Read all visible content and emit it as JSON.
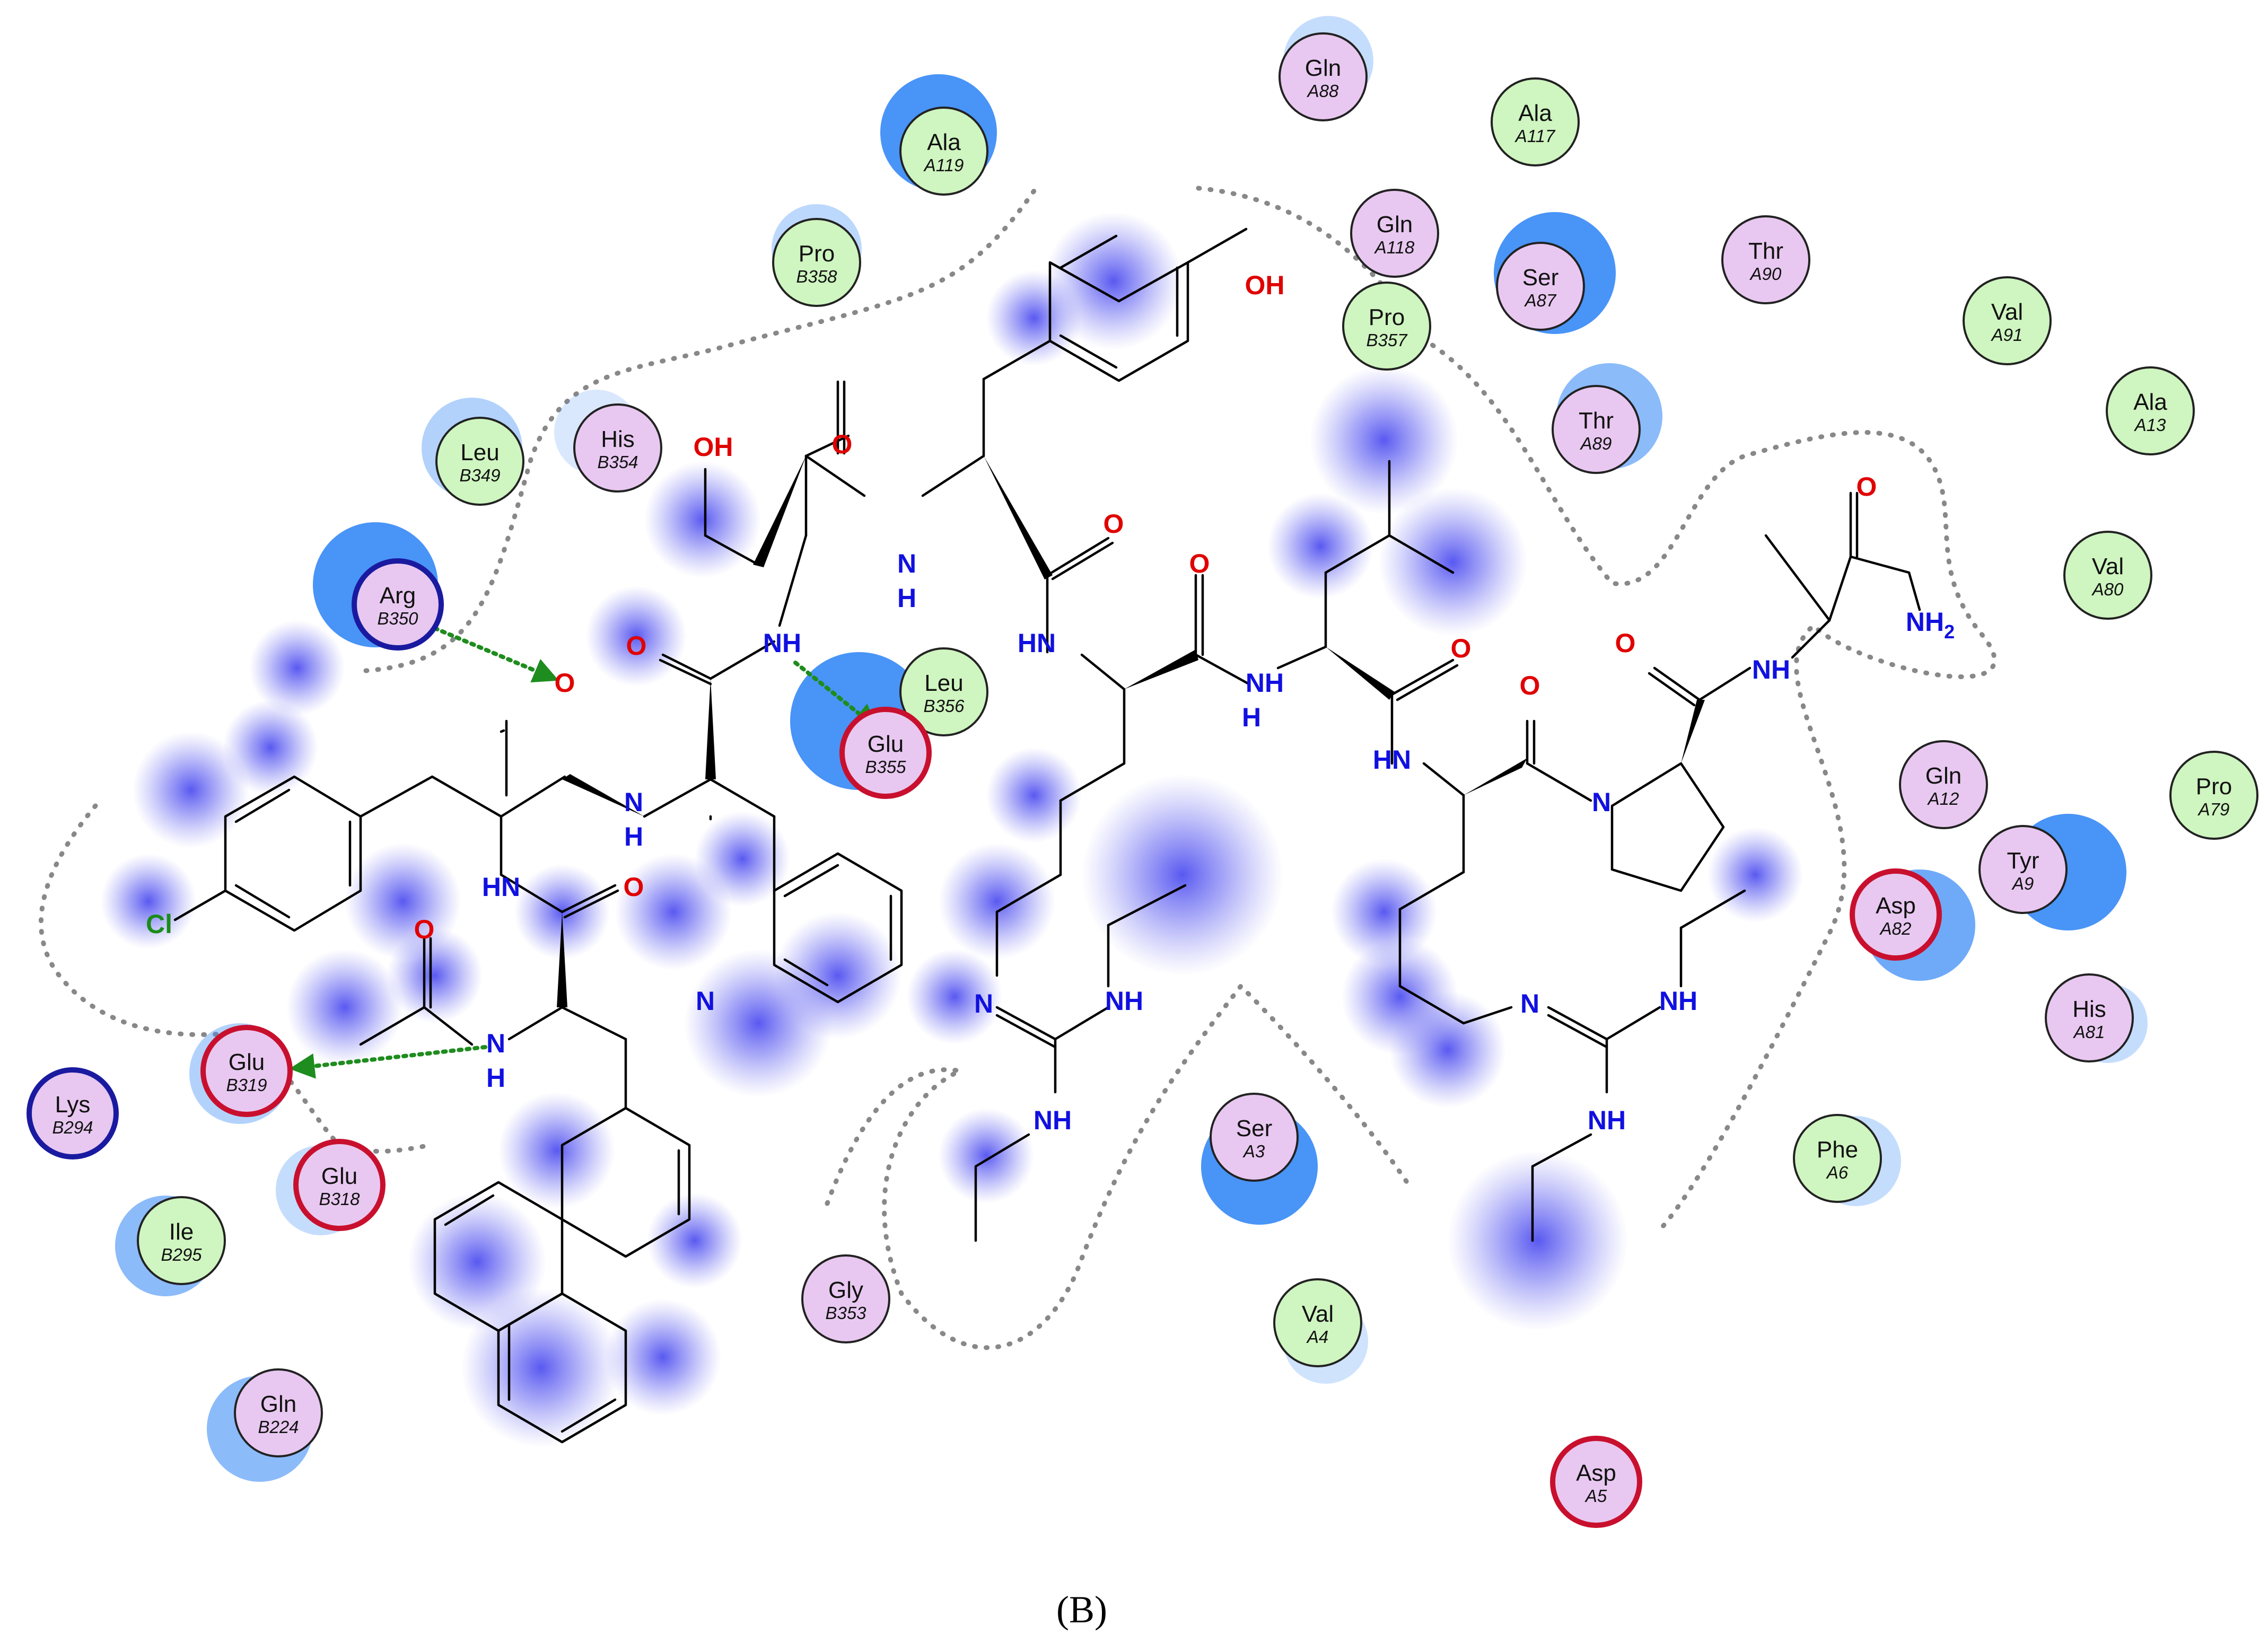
{
  "caption": "(B)",
  "colors": {
    "polar_fill": "#e8c8f0",
    "hydrophobic_fill": "#cff5c0",
    "acidic_ring": "#c8102e",
    "basic_ring": "#1a1aa0",
    "solvent_exposure": "#3f8ef7",
    "ligand_exposure": "#5555ee",
    "hbond": "#1e8c1e",
    "bond": "#000000",
    "nitrogen": "#1010e0",
    "oxygen": "#e00000",
    "chlorine": "#1a8c1a"
  },
  "residues": [
    {
      "name": "Gln",
      "id": "A88",
      "type": "polar"
    },
    {
      "name": "Ala",
      "id": "A117",
      "type": "hydrophobic"
    },
    {
      "name": "Ala",
      "id": "A119",
      "type": "hydrophobic"
    },
    {
      "name": "Pro",
      "id": "B358",
      "type": "hydrophobic"
    },
    {
      "name": "Gln",
      "id": "A118",
      "type": "polar"
    },
    {
      "name": "Ser",
      "id": "A87",
      "type": "polar"
    },
    {
      "name": "Thr",
      "id": "A90",
      "type": "polar"
    },
    {
      "name": "Val",
      "id": "A91",
      "type": "hydrophobic"
    },
    {
      "name": "Pro",
      "id": "B357",
      "type": "hydrophobic"
    },
    {
      "name": "Ala",
      "id": "A13",
      "type": "hydrophobic"
    },
    {
      "name": "Leu",
      "id": "B349",
      "type": "hydrophobic"
    },
    {
      "name": "His",
      "id": "B354",
      "type": "polar"
    },
    {
      "name": "Thr",
      "id": "A89",
      "type": "polar"
    },
    {
      "name": "Val",
      "id": "A80",
      "type": "hydrophobic"
    },
    {
      "name": "Arg",
      "id": "B350",
      "type": "basic"
    },
    {
      "name": "Leu",
      "id": "B356",
      "type": "hydrophobic"
    },
    {
      "name": "Glu",
      "id": "B355",
      "type": "acidic"
    },
    {
      "name": "Gln",
      "id": "A12",
      "type": "polar"
    },
    {
      "name": "Pro",
      "id": "A79",
      "type": "hydrophobic"
    },
    {
      "name": "Tyr",
      "id": "A9",
      "type": "polar"
    },
    {
      "name": "Asp",
      "id": "A82",
      "type": "acidic"
    },
    {
      "name": "His",
      "id": "A81",
      "type": "polar"
    },
    {
      "name": "Glu",
      "id": "B319",
      "type": "acidic"
    },
    {
      "name": "Lys",
      "id": "B294",
      "type": "basic"
    },
    {
      "name": "Glu",
      "id": "B318",
      "type": "acidic"
    },
    {
      "name": "Ser",
      "id": "A3",
      "type": "polar"
    },
    {
      "name": "Phe",
      "id": "A6",
      "type": "hydrophobic"
    },
    {
      "name": "Ile",
      "id": "B295",
      "type": "hydrophobic"
    },
    {
      "name": "Gly",
      "id": "B353",
      "type": "polar"
    },
    {
      "name": "Val",
      "id": "A4",
      "type": "hydrophobic"
    },
    {
      "name": "Gln",
      "id": "B224",
      "type": "polar"
    },
    {
      "name": "Asp",
      "id": "A5",
      "type": "acidic"
    }
  ],
  "atom_labels": {
    "oh": "OH",
    "o": "O",
    "nh": "NH",
    "hn": "HN",
    "n": "N",
    "h": "H",
    "nh2": "NH",
    "nh2_sub": "2",
    "cl": "Cl"
  }
}
